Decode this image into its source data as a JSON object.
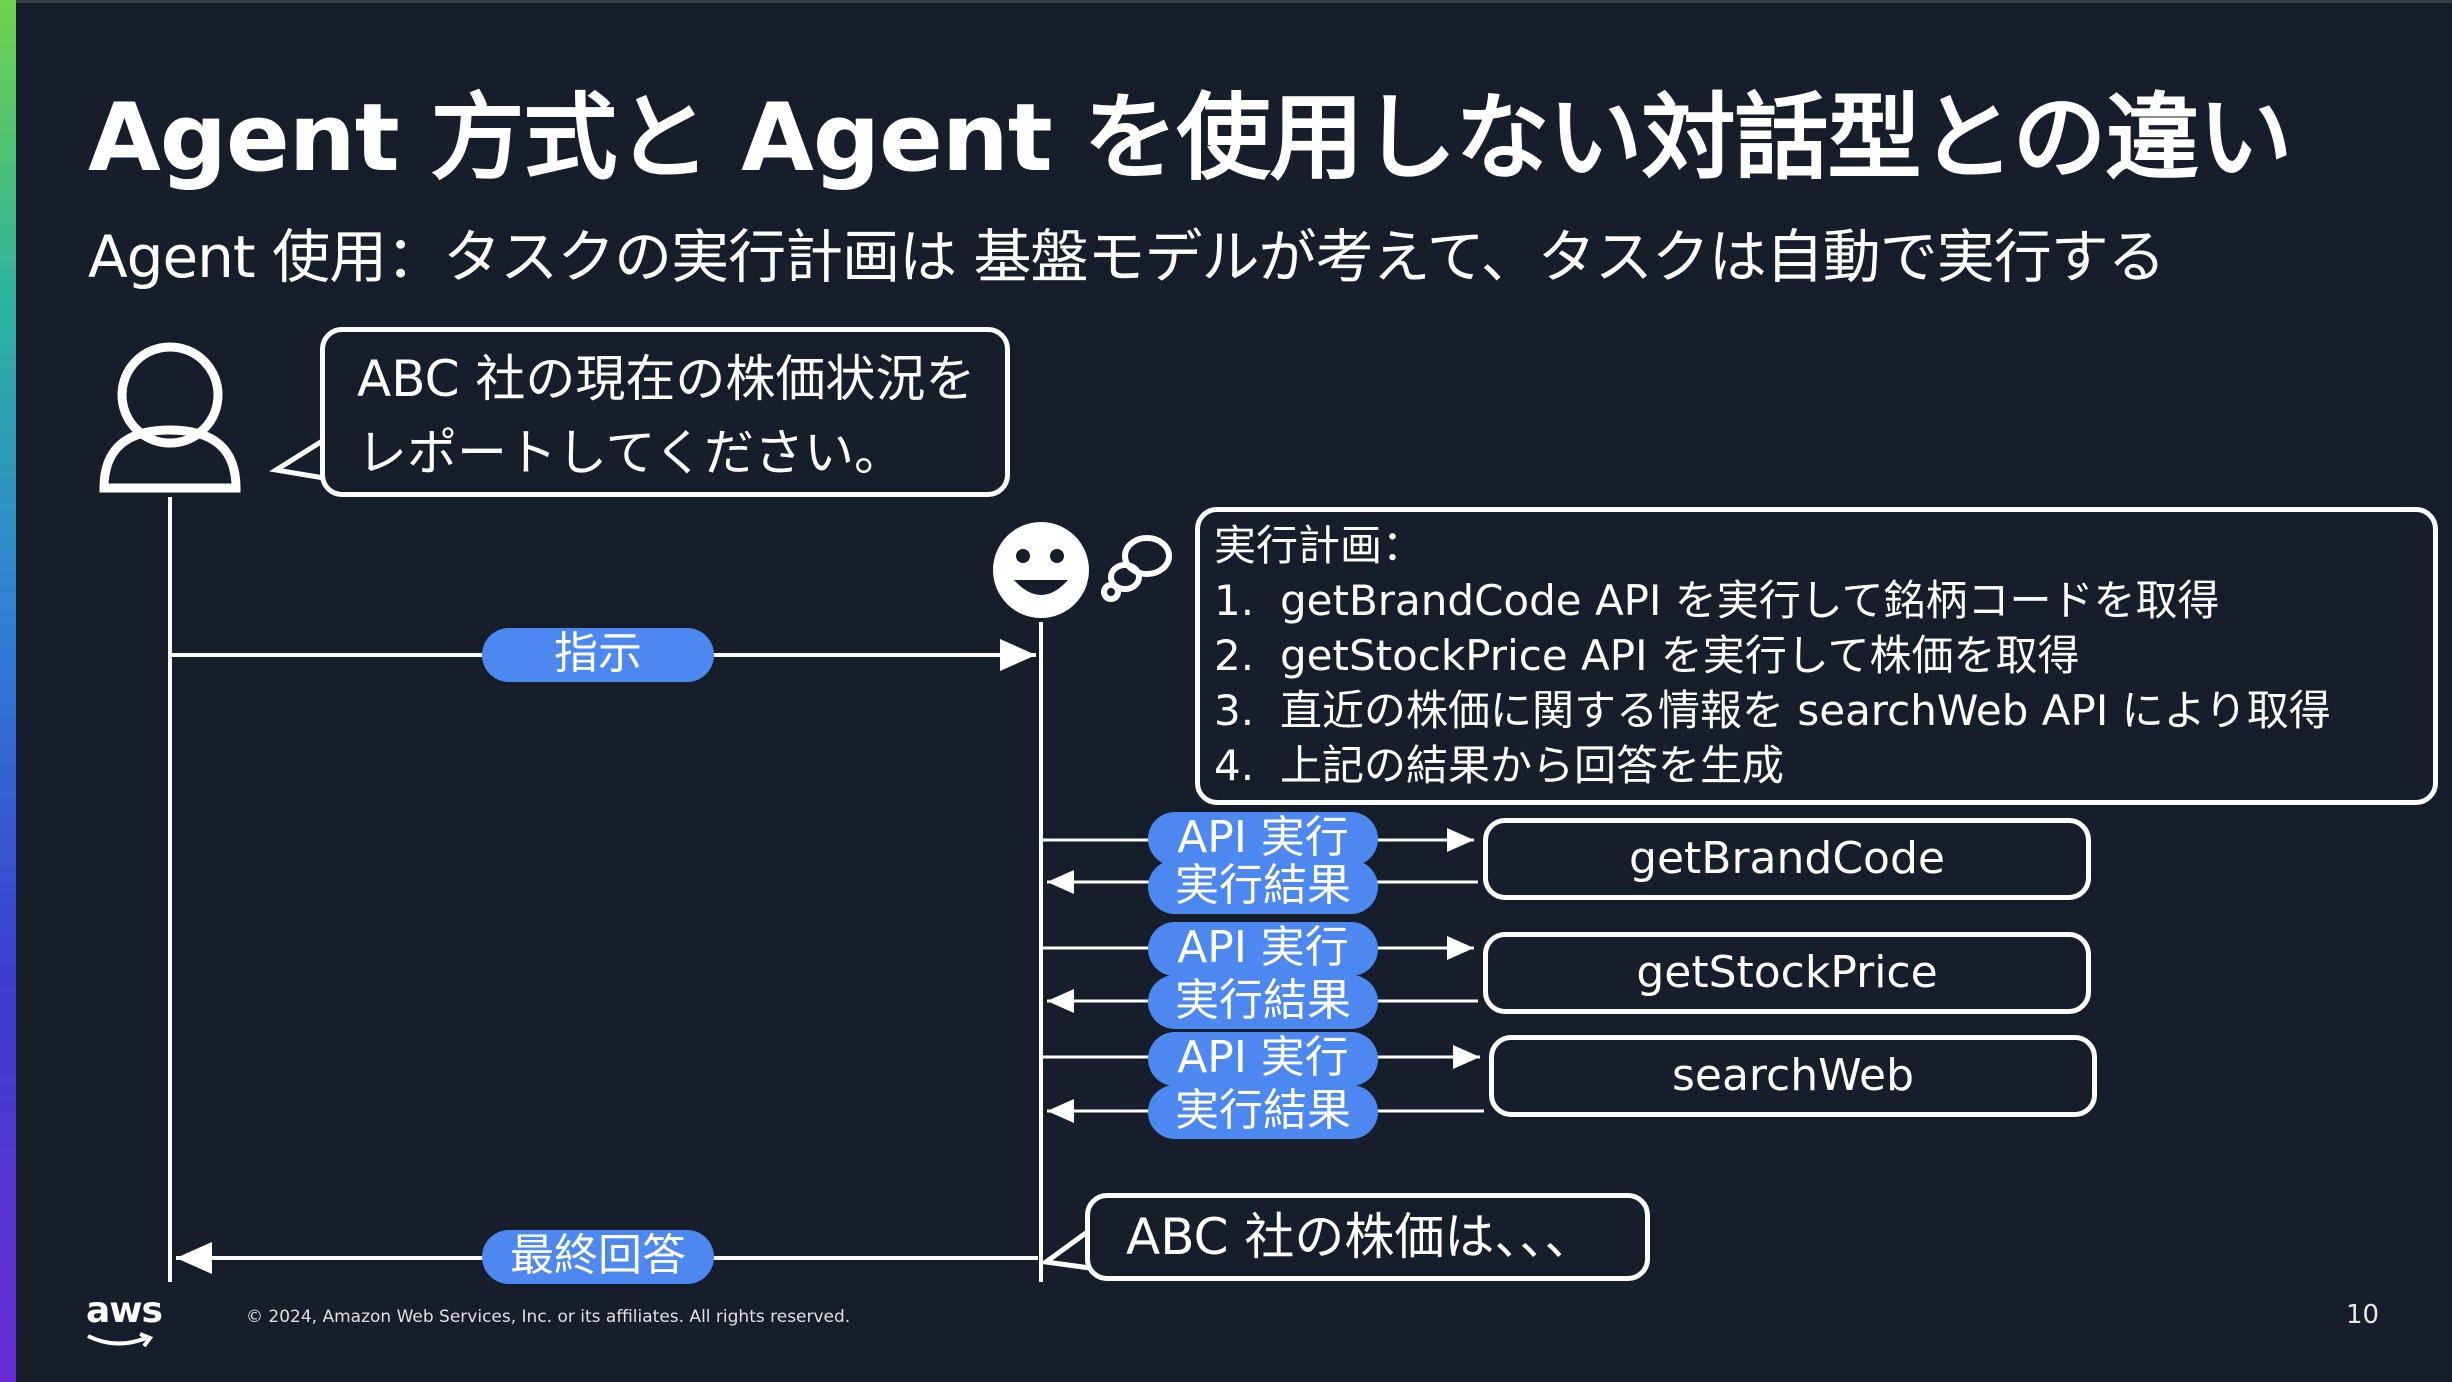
{
  "slide": {
    "title": "Agent 方式と Agent を使用しない対話型との違い",
    "subtitle": "Agent 使用：タスクの実行計画は 基盤モデルが考えて、タスクは自動で実行する",
    "user_message_line1": "ABC 社の現在の株価状況を",
    "user_message_line2": "レポートしてください。",
    "plan": {
      "heading": "実行計画：",
      "steps": [
        {
          "num": "1.",
          "text": "getBrandCode API を実行して銘柄コードを取得"
        },
        {
          "num": "2.",
          "text": "getStockPrice API を実行して株価を取得"
        },
        {
          "num": "3.",
          "text": "直近の株価に関する情報を searchWeb API により取得"
        },
        {
          "num": "4.",
          "text": "上記の結果から回答を生成"
        }
      ]
    },
    "instruction_label": "指示",
    "final_answer_label": "最終回答",
    "final_answer_text": "ABC 社の株価は、、、",
    "api_calls": [
      {
        "call_label": "API 実行",
        "result_label": "実行結果",
        "api_name": "getBrandCode"
      },
      {
        "call_label": "API 実行",
        "result_label": "実行結果",
        "api_name": "getStockPrice"
      },
      {
        "call_label": "API 実行",
        "result_label": "実行結果",
        "api_name": "searchWeb"
      }
    ],
    "footer": "© 2024, Amazon Web Services, Inc. or its affiliates. All rights reserved.",
    "page_number": "10",
    "logo_text": "aws",
    "icons": [
      "user-icon",
      "agent-face-icon",
      "thought-bubble-icon",
      "aws-logo"
    ],
    "colors": {
      "background": "#161d2b",
      "pill": "#4d88f0",
      "line": "#ffffff"
    }
  }
}
